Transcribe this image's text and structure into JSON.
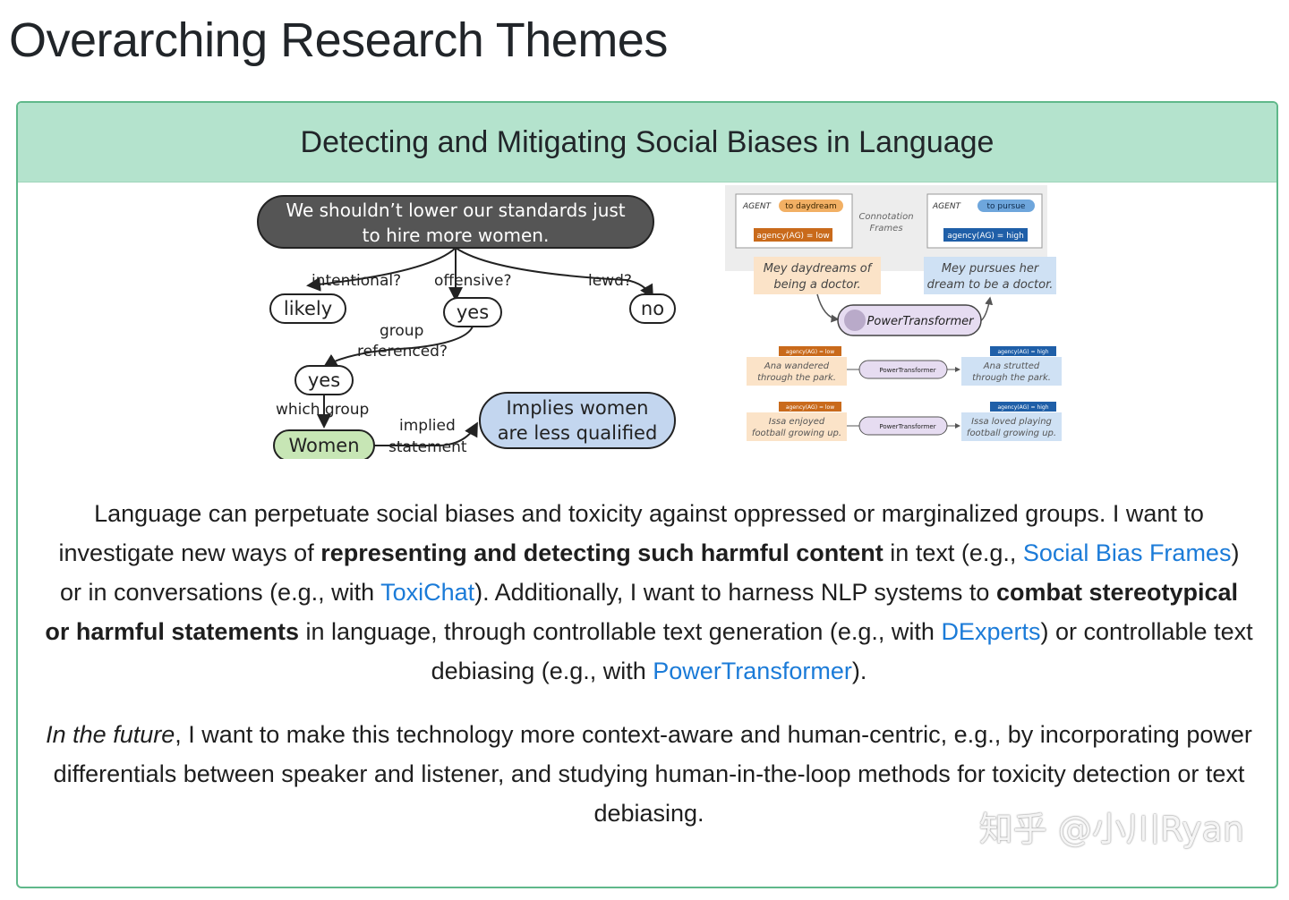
{
  "page": {
    "title": "Overarching Research Themes"
  },
  "card": {
    "header": "Detecting and Mitigating Social Biases in Language"
  },
  "tree_figure": {
    "root_line1": "We shouldn’t lower our standards just",
    "root_line2": "to hire more women.",
    "q_intentional": "intentional?",
    "q_offensive": "offensive?",
    "q_lewd": "lewd?",
    "a_likely": "likely",
    "a_yes_offensive": "yes",
    "a_no": "no",
    "q_group_1": "group",
    "q_group_2": "referenced?",
    "a_yes_group": "yes",
    "q_which_group": "which group",
    "a_women": "Women",
    "q_implied_1": "implied",
    "q_implied_2": "statement",
    "implied_line1": "Implies women",
    "implied_line2": "are less qualified"
  },
  "power_figure": {
    "agent": "AGENT",
    "verb_low": "to daydream",
    "verb_high": "to pursue",
    "agency_low": "agency(AG) = low",
    "agency_high": "agency(AG) = high",
    "connotation_1": "Connotation",
    "connotation_2": "Frames",
    "src_line1": "Mey daydreams of",
    "src_line2": "being a doctor.",
    "tgt_line1": "Mey pursues her",
    "tgt_line2": "dream to be a doctor.",
    "model_name": "PowerTransformer",
    "ex1_src1": "Ana wandered",
    "ex1_src2": "through the park.",
    "ex1_tgt1": "Ana strutted",
    "ex1_tgt2": "through the park.",
    "ex2_src1": "Issa enjoyed",
    "ex2_src2": "football growing up.",
    "ex2_tgt1": "Issa loved playing",
    "ex2_tgt2": "football growing up.",
    "colors": {
      "low": "#c96a1b",
      "high": "#1f5fa8",
      "low_bg": "#fbe3c8",
      "high_bg": "#cfe1f4",
      "model_bg": "#e6dcf1"
    }
  },
  "paragraph1": {
    "s1": "Language can perpetuate social biases and toxicity against oppressed or marginalized groups. I want to investigate new ways of ",
    "b1": "representing and detecting such harmful content",
    "s2": " in text (e.g., ",
    "link_sbf": "Social Bias Frames",
    "s3": ") or in conversations (e.g., with ",
    "link_toxichat": "ToxiChat",
    "s4": "). Additionally, I want to harness NLP systems to ",
    "b2": "combat stereotypical or harmful statements",
    "s5": " in language, through controllable text generation (e.g., with ",
    "link_dexperts": "DExperts",
    "s6": ") or controllable text debiasing (e.g., with ",
    "link_powertransformer": "PowerTransformer",
    "s7": ")."
  },
  "paragraph2": {
    "i1": "In the future",
    "s1": ", I want to make this technology more context-aware and human-centric, e.g., by incorporating power differentials between speaker and listener, and studying human-in-the-loop methods for toxicity detection or text debiasing."
  },
  "watermark": "知乎 @小川Ryan",
  "colors": {
    "card_header_bg": "#b4e3cd",
    "card_border": "#5fb88a",
    "link": "#1b7bd8"
  }
}
